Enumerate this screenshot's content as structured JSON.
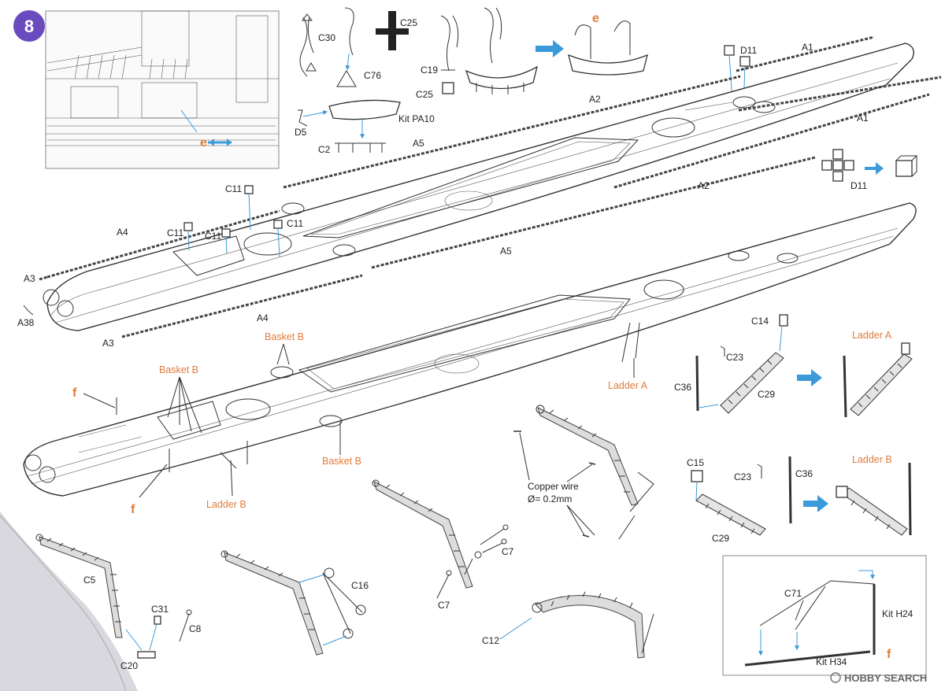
{
  "step_badge": "8",
  "inset_label": "e",
  "parts": {
    "c30": "C30",
    "c76": "C76",
    "c25_top": "C25",
    "c19": "C19",
    "c25": "C25",
    "kit_pa10": "Kit PA10",
    "d5": "D5",
    "c2": "C2",
    "e_label": "e",
    "d11_top": "D11",
    "d11_side": "D11",
    "a1_top": "A1",
    "a1_right": "A1",
    "a2_top": "A2",
    "a2_right": "A2",
    "a5_top": "A5",
    "a5_mid": "A5",
    "a4_left": "A4",
    "a4_bottom": "A4",
    "a3_left": "A3",
    "a3_bottom": "A3",
    "a38": "A38",
    "c11_a": "C11",
    "c11_b": "C11",
    "c11_c": "C11",
    "c11_d": "C11"
  },
  "lower_hull": {
    "basket_b_1": "Basket B",
    "basket_b_2": "Basket B",
    "basket_b_3": "Basket B",
    "ladder_a": "Ladder A",
    "ladder_b": "Ladder B",
    "f_1": "f",
    "f_2": "f"
  },
  "ladders": {
    "c14": "C14",
    "c23_a": "C23",
    "c36_a": "C36",
    "c29_a": "C29",
    "ladder_a": "Ladder A",
    "c15": "C15",
    "c23_b": "C23",
    "c36_b": "C36",
    "c29_b": "C29",
    "ladder_b": "Ladder B"
  },
  "cranes": {
    "c5": "C5",
    "c31": "C31",
    "c8": "C8",
    "c20": "C20",
    "c16": "C16",
    "c7_a": "C7",
    "c7_b": "C7",
    "c12": "C12",
    "copper_wire": "Copper wire",
    "copper_dim": "Ø= 0.2mm"
  },
  "inset_f": {
    "c71": "C71",
    "kit_h24": "Kit H24",
    "kit_h34": "Kit H34",
    "label": "f"
  },
  "watermark": "HOBBY SEARCH"
}
